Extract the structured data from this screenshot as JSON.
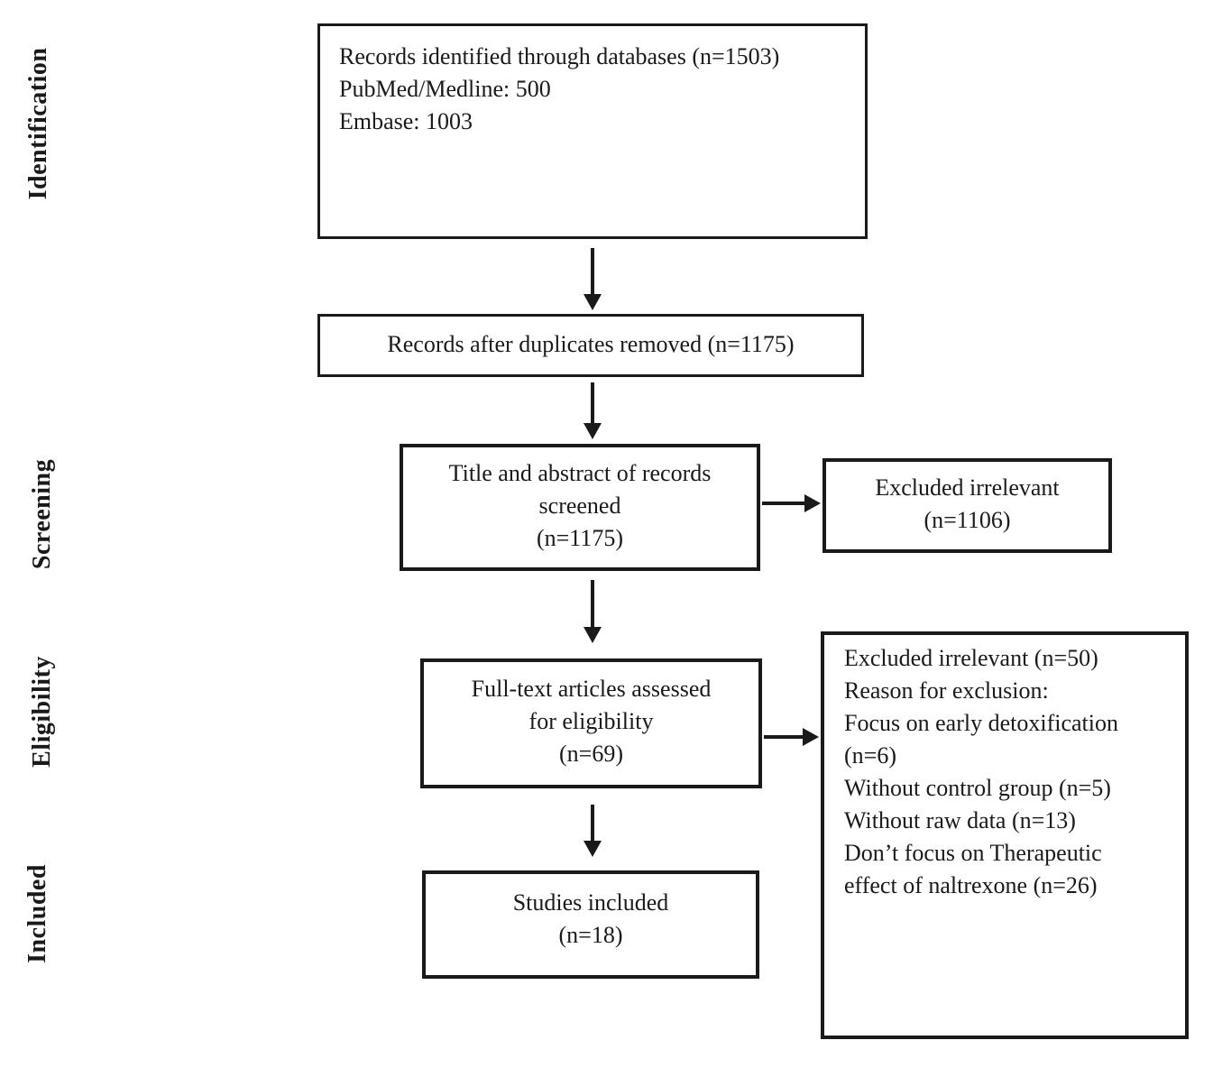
{
  "stages": {
    "identification": "Identification",
    "screening": "Screening",
    "eligibility": "Eligibility",
    "included": "Included"
  },
  "boxes": {
    "records_identified": {
      "lines": [
        "Records identified through databases (n=1503)",
        "PubMed/Medline: 500",
        "Embase: 1003"
      ]
    },
    "duplicates_removed": {
      "lines": [
        "Records after duplicates removed (n=1175)"
      ]
    },
    "records_screened": {
      "lines": [
        "Title and abstract of records",
        "screened",
        "(n=1175)"
      ]
    },
    "excluded_screening": {
      "lines": [
        "Excluded irrelevant",
        "(n=1106)"
      ]
    },
    "fulltext_assessed": {
      "lines": [
        "Full-text articles assessed",
        "for eligibility",
        "(n=69)"
      ]
    },
    "excluded_fulltext": {
      "lines": [
        "Excluded irrelevant (n=50)",
        "Reason for exclusion:",
        "Focus on early detoxification",
        "(n=6)",
        "Without control group (n=5)",
        "Without raw data (n=13)",
        "Don’t focus on Therapeutic",
        "effect of naltrexone (n=26)"
      ]
    },
    "studies_included": {
      "lines": [
        "Studies included",
        "(n=18)"
      ]
    }
  },
  "colors": {
    "ink": "#1a1a1a",
    "background": "#ffffff"
  }
}
